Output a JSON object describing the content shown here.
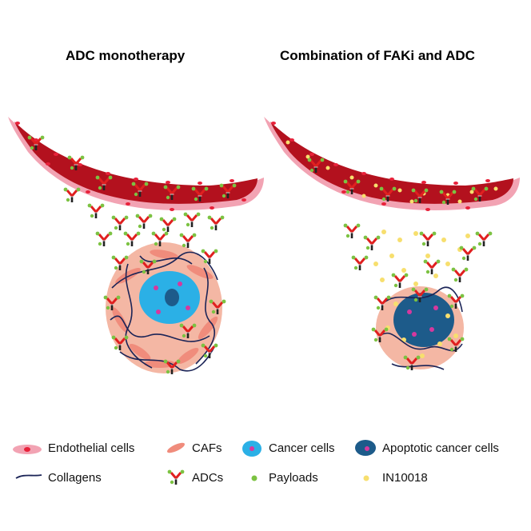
{
  "panels": {
    "left_title": "ADC monotherapy",
    "right_title": "Combination of FAKi and ADC"
  },
  "legend": {
    "endothelial": "Endothelial cells",
    "cafs": "CAFs",
    "cancer": "Cancer cells",
    "apoptotic": "Apoptotic cancer cells",
    "collagens": "Collagens",
    "adcs": "ADCs",
    "payloads": "Payloads",
    "in10018": "IN10018"
  },
  "colors": {
    "vessel": "#b3111e",
    "vessel_wall": "#f2a3b3",
    "endothelial_nucleus": "#e8213a",
    "caf": "#f08c7c",
    "cancer": "#2bb0e6",
    "apoptotic": "#1d5b8a",
    "collagen": "#1b2457",
    "adc_arm": "#e02020",
    "adc_stem": "#222222",
    "payload": "#7cc242",
    "in10018": "#f7df6e"
  }
}
